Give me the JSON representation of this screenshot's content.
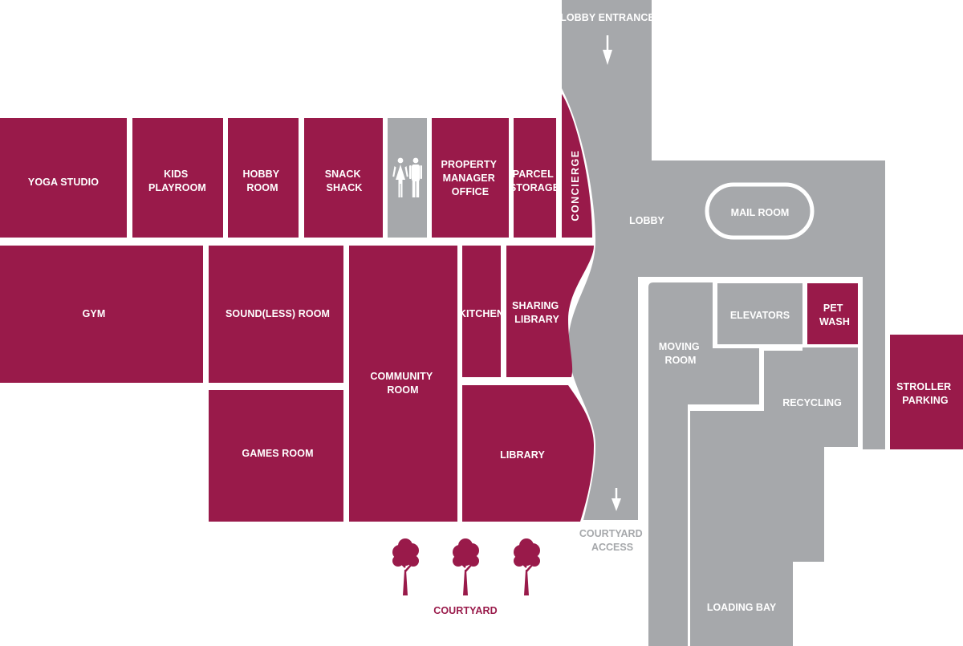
{
  "colors": {
    "amenity": "#991a4a",
    "service": "#a6a8ab",
    "background": "#ffffff"
  },
  "labels": {
    "lobby_entrance": "LOBBY ENTRANCE",
    "yoga_studio": "YOGA STUDIO",
    "kids_playroom": [
      "KIDS",
      "PLAYROOM"
    ],
    "hobby_room": [
      "HOBBY",
      "ROOM"
    ],
    "snack_shack": [
      "SNACK",
      "SHACK"
    ],
    "property_manager_office": [
      "PROPERTY",
      "MANAGER",
      "OFFICE"
    ],
    "parcel_storage": [
      "PARCEL",
      "STORAGE"
    ],
    "concierge": "CONCIERGE",
    "lobby": "LOBBY",
    "mail_room": "MAIL ROOM",
    "gym": "GYM",
    "soundless_room": "SOUND(LESS) ROOM",
    "community_room": [
      "COMMUNITY",
      "ROOM"
    ],
    "kitchen": "KITCHEN",
    "sharing_library": [
      "SHARING",
      "LIBRARY"
    ],
    "elevators": "ELEVATORS",
    "pet_wash": [
      "PET",
      "WASH"
    ],
    "moving_room": [
      "MOVING",
      "ROOM"
    ],
    "recycling": "RECYCLING",
    "stroller_parking": [
      "STROLLER",
      "PARKING"
    ],
    "games_room": "GAMES ROOM",
    "library": "LIBRARY",
    "courtyard_access": [
      "COURTYARD",
      "ACCESS"
    ],
    "loading_bay": "LOADING BAY",
    "courtyard": "COURTYARD"
  },
  "icons": [
    "restroom-icon",
    "down-arrow-icon",
    "tree-icon"
  ]
}
